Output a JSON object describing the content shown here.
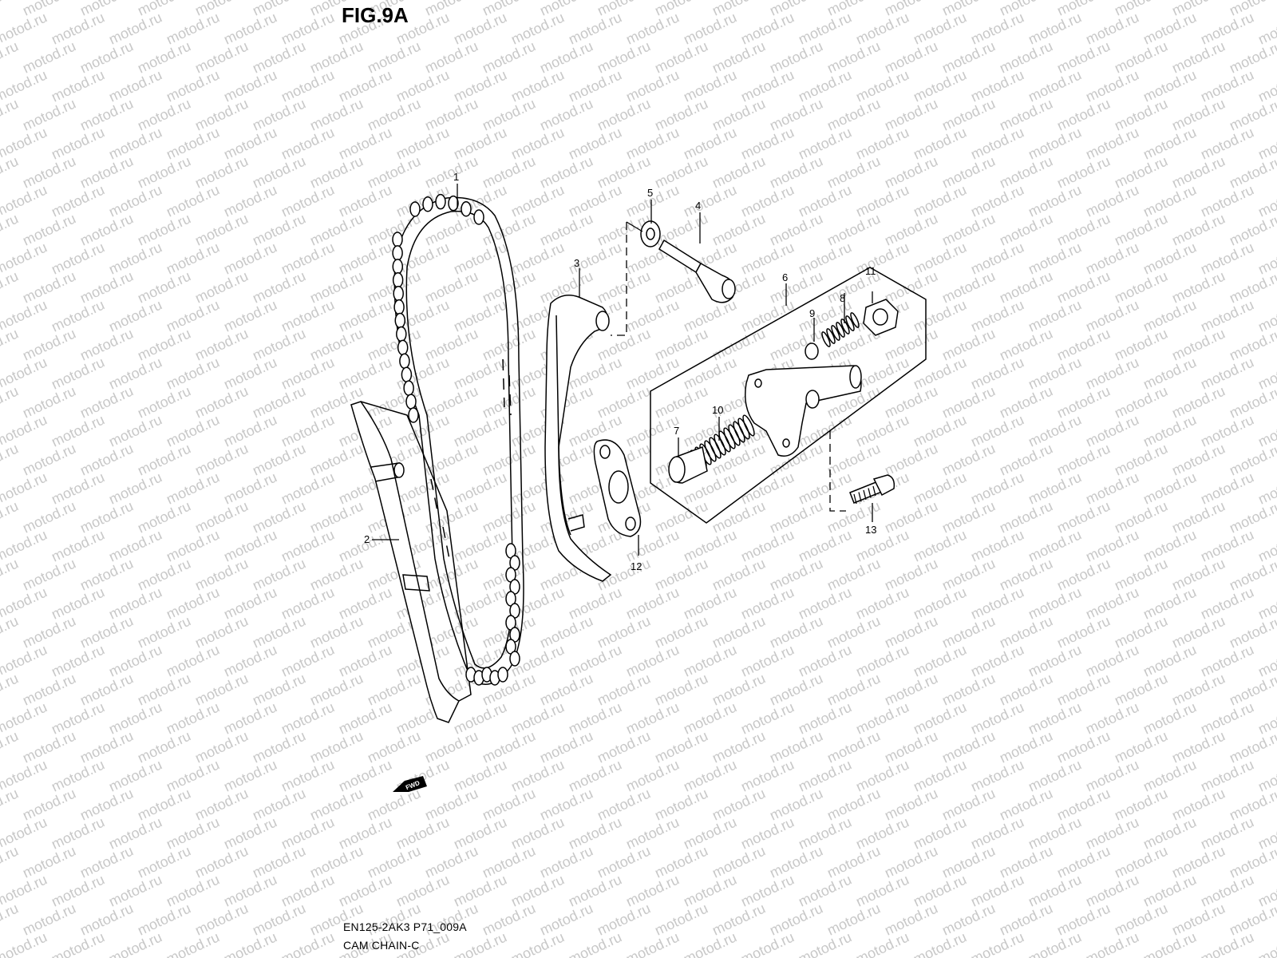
{
  "figure": {
    "title": "FIG.9A",
    "code": "EN125-2AK3 P71_009A",
    "name": "CAM CHAIN-C",
    "watermark": "motod.ru",
    "fwd_label": "FWD"
  },
  "callouts": [
    {
      "id": "c1",
      "label": "1"
    },
    {
      "id": "c2",
      "label": "2"
    },
    {
      "id": "c3",
      "label": "3"
    },
    {
      "id": "c4",
      "label": "4"
    },
    {
      "id": "c5",
      "label": "5"
    },
    {
      "id": "c6",
      "label": "6"
    },
    {
      "id": "c7",
      "label": "7"
    },
    {
      "id": "c8",
      "label": "8"
    },
    {
      "id": "c9",
      "label": "9"
    },
    {
      "id": "c10",
      "label": "10"
    },
    {
      "id": "c11",
      "label": "11"
    },
    {
      "id": "c12",
      "label": "12"
    },
    {
      "id": "c13",
      "label": "13"
    }
  ]
}
